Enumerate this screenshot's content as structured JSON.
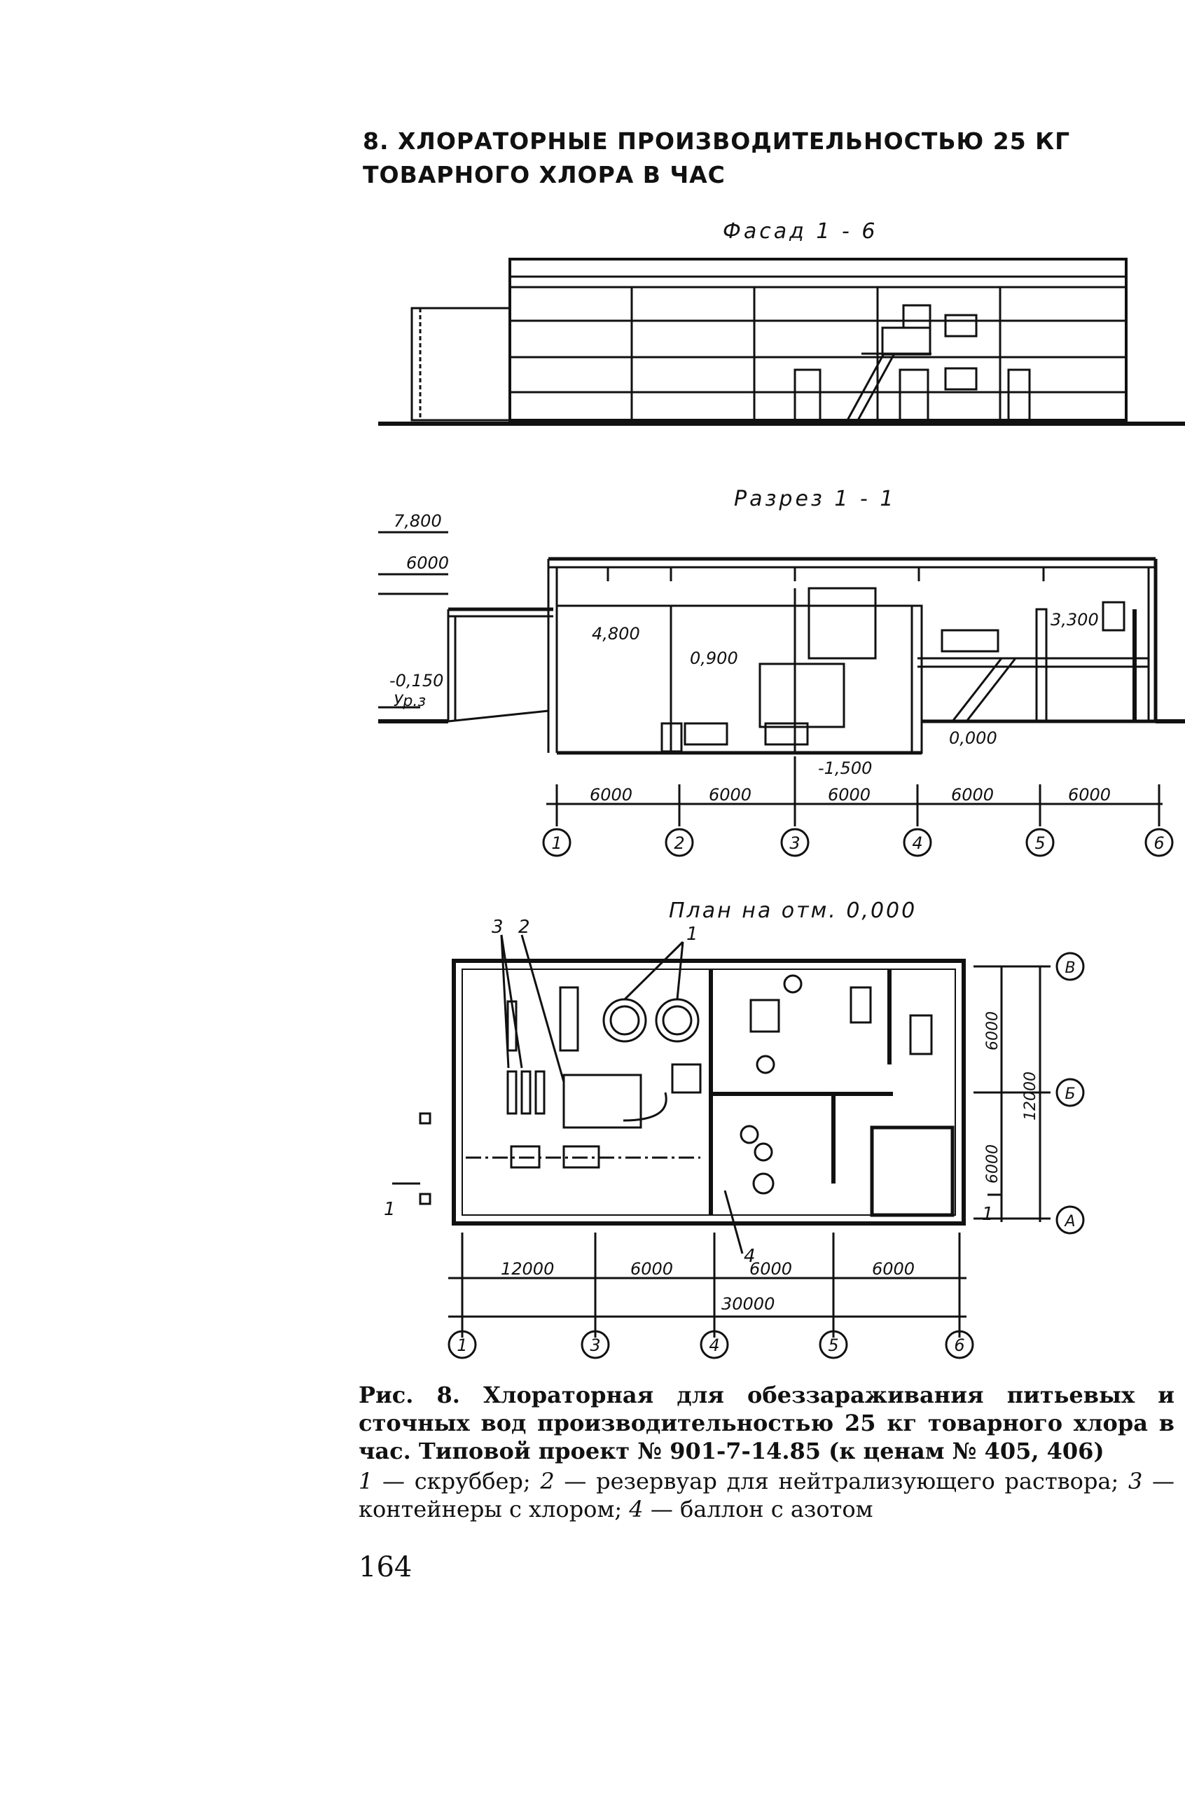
{
  "heading": {
    "line1": "8. ХЛОРАТОРНЫЕ ПРОИЗВОДИТЕЛЬНОСТЬЮ 25 КГ",
    "line2": "ТОВАРНОГО ХЛОРА В ЧАС"
  },
  "facade": {
    "title": "Фасад 1 - 6"
  },
  "section": {
    "title": "Разрез 1 - 1",
    "levels": [
      "7,800",
      "6000",
      "4,800",
      "0,900",
      "3,300",
      "-0,150",
      "Ур.з",
      "0,000",
      "-1,500"
    ],
    "spans": [
      "6000",
      "6000",
      "6000",
      "6000",
      "6000"
    ],
    "axes": [
      "1",
      "2",
      "3",
      "4",
      "5",
      "6"
    ]
  },
  "plan": {
    "title": "План на отм. 0,000",
    "callouts": [
      "3",
      "2",
      "1",
      "4"
    ],
    "bottom_spans": [
      "12000",
      "6000",
      "6000",
      "6000"
    ],
    "total": "30000",
    "bottom_axes": [
      "1",
      "3",
      "4",
      "5",
      "6"
    ],
    "right_dims": [
      "6000",
      "12000",
      "6000"
    ],
    "right_axes": [
      "В",
      "Б",
      "А"
    ],
    "section_mark": "1"
  },
  "caption": {
    "text": "Рис. 8. Хлораторная для обеззараживания питьевых и сточных вод производительностью 25 кг товарного хлора в час. Типовой проект № 901-7-14.85 (к ценам № 405, 406)"
  },
  "legend": {
    "n1": "1",
    "t1": " — скруббер; ",
    "n2": "2",
    "t2": " — резервуар для нейтрализующего раствора; ",
    "n3": "3",
    "t3": " — контейнеры с хлором; ",
    "n4": "4",
    "t4": " — баллон с азотом"
  },
  "page_number": "164"
}
